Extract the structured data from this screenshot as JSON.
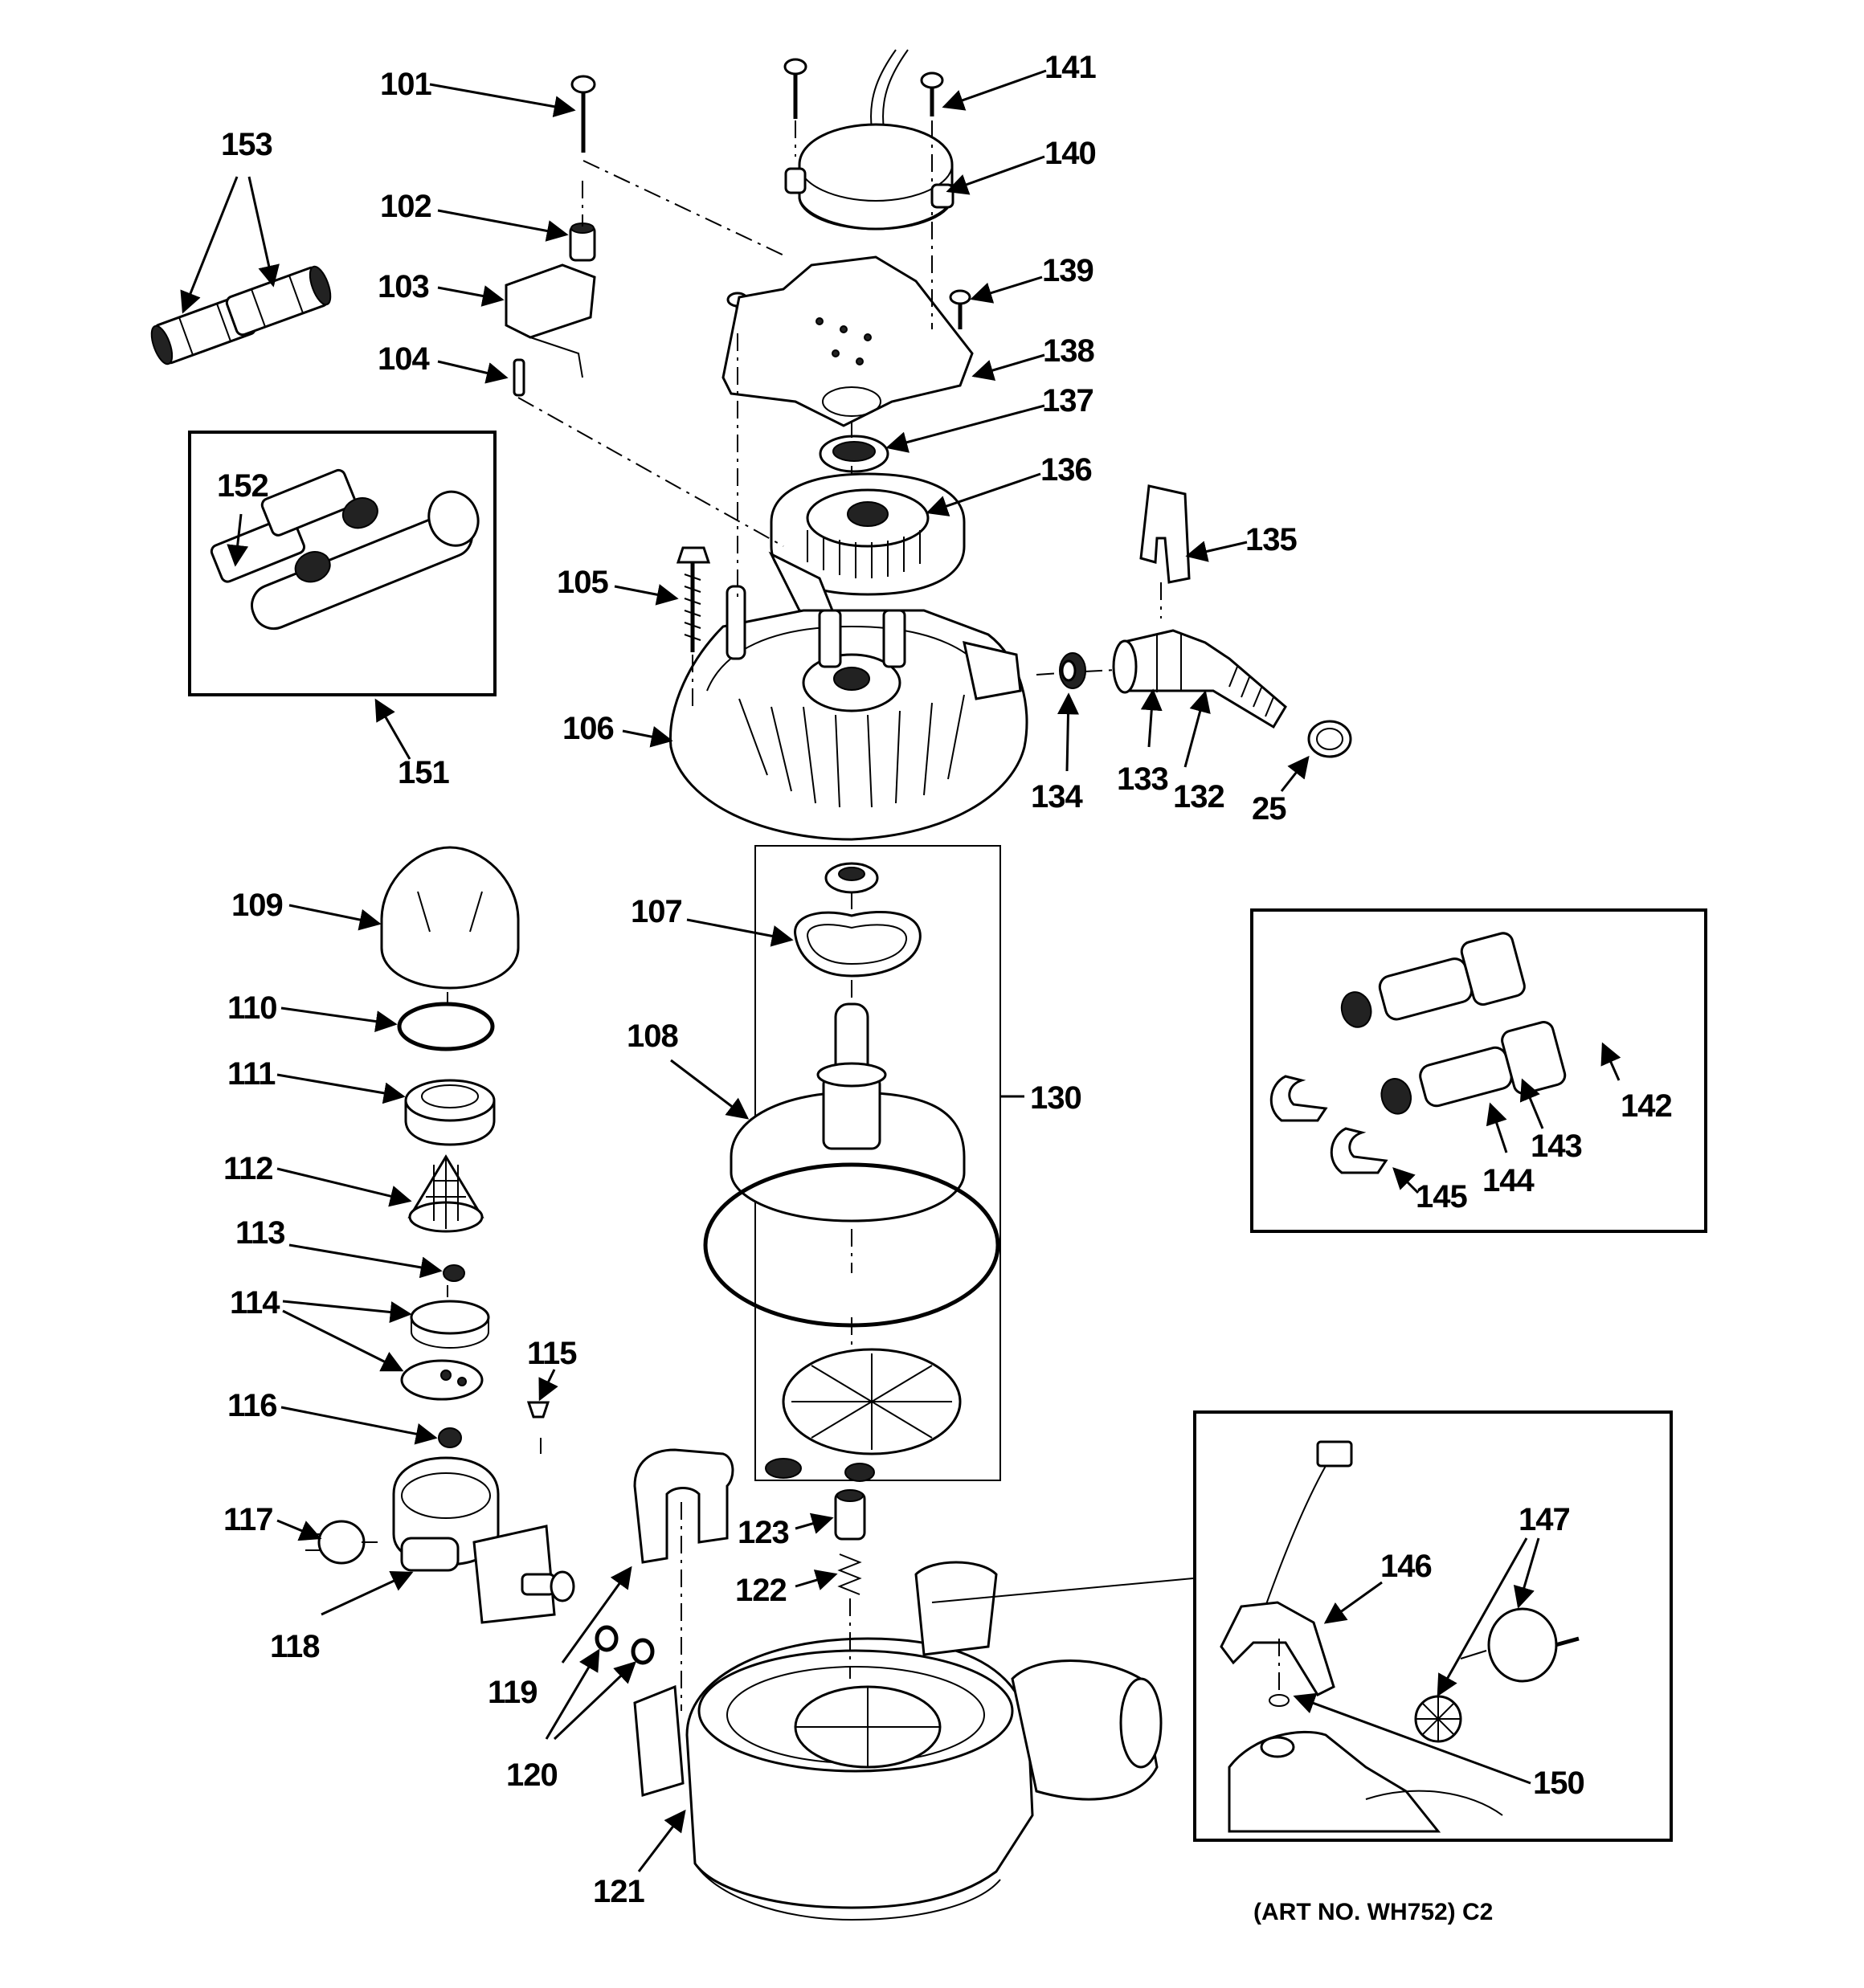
{
  "diagram": {
    "labels": {
      "p101": "101",
      "p102": "102",
      "p103": "103",
      "p104": "104",
      "p105": "105",
      "p106": "106",
      "p107": "107",
      "p108": "108",
      "p109": "109",
      "p110": "110",
      "p111": "111",
      "p112": "112",
      "p113": "113",
      "p114": "114",
      "p115": "115",
      "p116": "116",
      "p117": "117",
      "p118": "118",
      "p119": "119",
      "p120": "120",
      "p121": "121",
      "p122": "122",
      "p123": "123",
      "p130": "130",
      "p132": "132",
      "p133": "133",
      "p134": "134",
      "p135": "135",
      "p136": "136",
      "p137": "137",
      "p138": "138",
      "p139": "139",
      "p140": "140",
      "p141": "141",
      "p142": "142",
      "p143": "143",
      "p144": "144",
      "p145": "145",
      "p146": "146",
      "p147": "147",
      "p150": "150",
      "p151": "151",
      "p152": "152",
      "p153": "153",
      "p25": "25"
    },
    "art_number": "(ART NO. WH752) C2"
  }
}
